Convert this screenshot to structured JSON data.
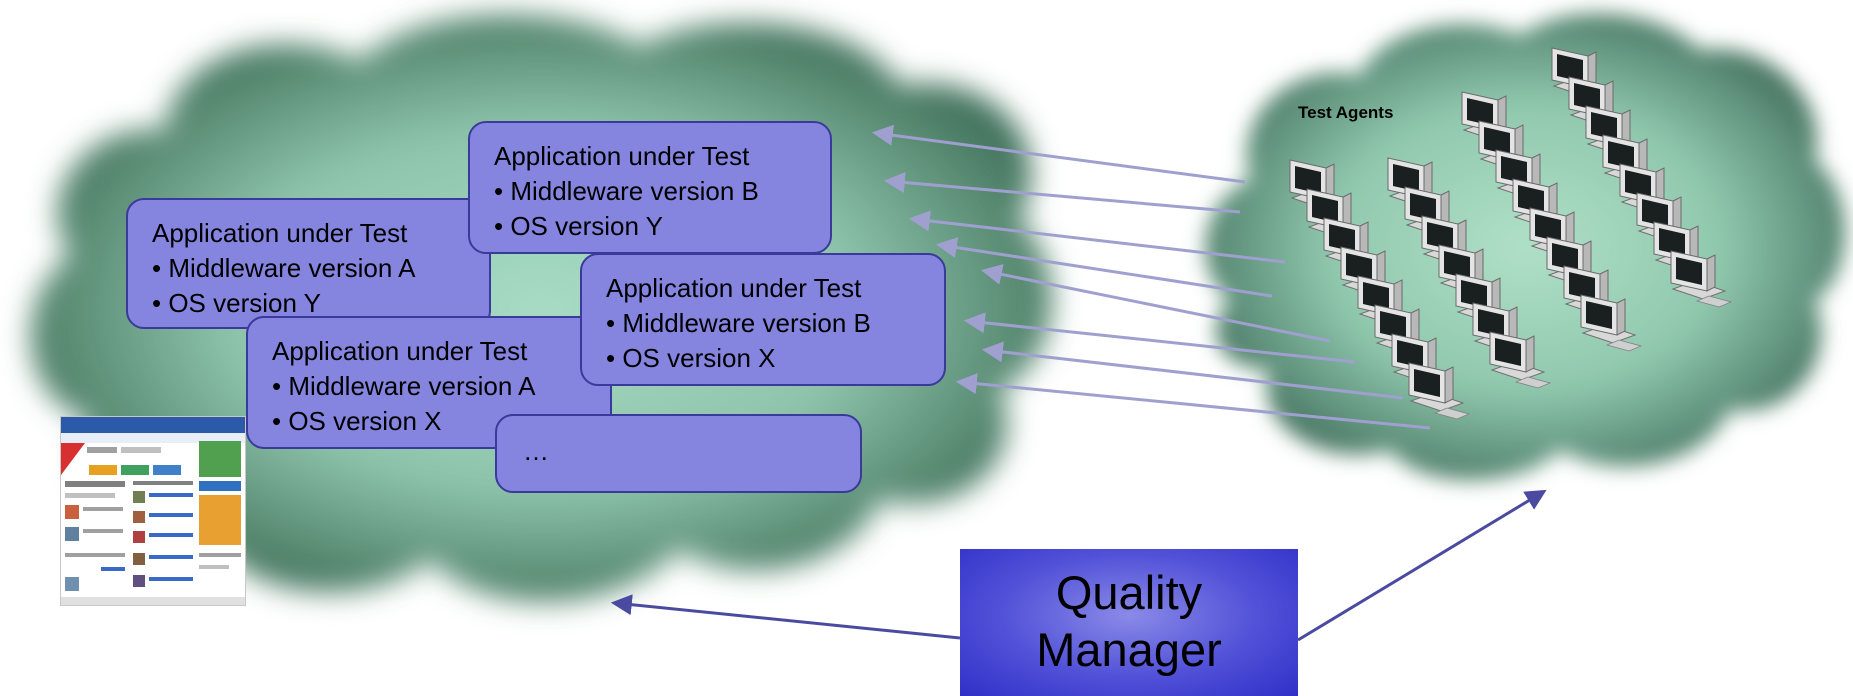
{
  "apps": [
    {
      "title": "Application under Test",
      "middleware": "• Middleware version A",
      "os": "• OS version Y"
    },
    {
      "title": "Application under Test",
      "middleware": "• Middleware version B",
      "os": "• OS version Y"
    },
    {
      "title": "Application under Test",
      "middleware": "• Middleware version A",
      "os": "• OS version X"
    },
    {
      "title": "Application under Test",
      "middleware": "• Middleware version B",
      "os": "• OS version X"
    },
    {
      "title": "…"
    }
  ],
  "agents_label": "Test Agents",
  "manager": {
    "line1": "Quality",
    "line2": "Manager"
  },
  "colors": {
    "cloud_center": "#a8dcc4",
    "cloud_edge": "#3e6e58",
    "box_fill": "#8585e0",
    "box_border": "#3a3a9a",
    "connector_light": "#a0a0d0",
    "connector_dark": "#4a4aa0",
    "manager_fill": "#4040d0"
  }
}
